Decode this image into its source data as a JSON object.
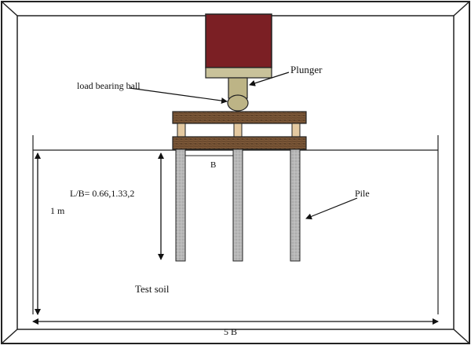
{
  "labels": {
    "plunger": "Plunger",
    "load_ball": "load bearing ball",
    "ratio": "L/B= 0.66,1.33,2",
    "depth": "1 m",
    "pile": "Pile",
    "spacing": "B",
    "soil": "Test soil",
    "width": "5 B"
  },
  "colors": {
    "actuator_body": "#7b1f24",
    "actuator_base": "#c9c29a",
    "plunger": "#bdb486",
    "cap_wood": "#6b4a2e",
    "spacer": "#e4c9a0",
    "pile": "#b8b8b8",
    "frame_line": "#222222"
  }
}
